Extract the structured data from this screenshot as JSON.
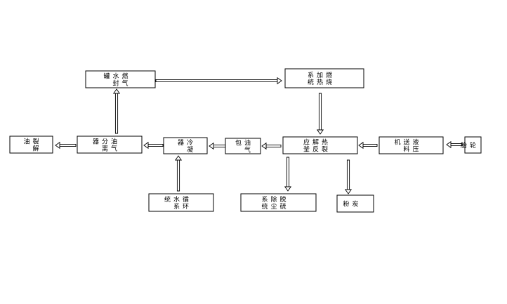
{
  "diagram": {
    "nodes": [
      {
        "id": "gas_water_seal",
        "label": "燃气水封罐",
        "rows": 2
      },
      {
        "id": "combustion_heating",
        "label": "燃烧加热系统",
        "rows": 2
      },
      {
        "id": "pyrolysis_reactor",
        "label": "热裂解反应釜",
        "rows": 2
      },
      {
        "id": "hydraulic_feeder",
        "label": "液压送料机",
        "rows": 2
      },
      {
        "id": "tire",
        "label": "轮胎",
        "rows": 1
      },
      {
        "id": "oil_gas",
        "label": "油气包",
        "rows": 2
      },
      {
        "id": "condenser",
        "label": "冷凝器",
        "rows": 2
      },
      {
        "id": "oil_gas_separator",
        "label": "油气分离器",
        "rows": 2
      },
      {
        "id": "pyrolysis_oil",
        "label": "裂解油",
        "rows": 2
      },
      {
        "id": "circulating_water",
        "label": "循环水系统",
        "rows": 2
      },
      {
        "id": "desulfurization",
        "label": "脱硫除尘系统",
        "rows": 2
      },
      {
        "id": "carbon_black",
        "label": "炭粉",
        "rows": 1
      }
    ],
    "edges": [
      {
        "from": "gas_water_seal",
        "to": "combustion_heating"
      },
      {
        "from": "combustion_heating",
        "to": "pyrolysis_reactor"
      },
      {
        "from": "tire",
        "to": "hydraulic_feeder"
      },
      {
        "from": "hydraulic_feeder",
        "to": "pyrolysis_reactor"
      },
      {
        "from": "pyrolysis_reactor",
        "to": "oil_gas"
      },
      {
        "from": "oil_gas",
        "to": "condenser"
      },
      {
        "from": "condenser",
        "to": "oil_gas_separator"
      },
      {
        "from": "oil_gas_separator",
        "to": "pyrolysis_oil"
      },
      {
        "from": "oil_gas_separator",
        "to": "gas_water_seal"
      },
      {
        "from": "circulating_water",
        "to": "condenser"
      },
      {
        "from": "pyrolysis_reactor",
        "to": "desulfurization"
      },
      {
        "from": "pyrolysis_reactor",
        "to": "carbon_black"
      }
    ]
  }
}
